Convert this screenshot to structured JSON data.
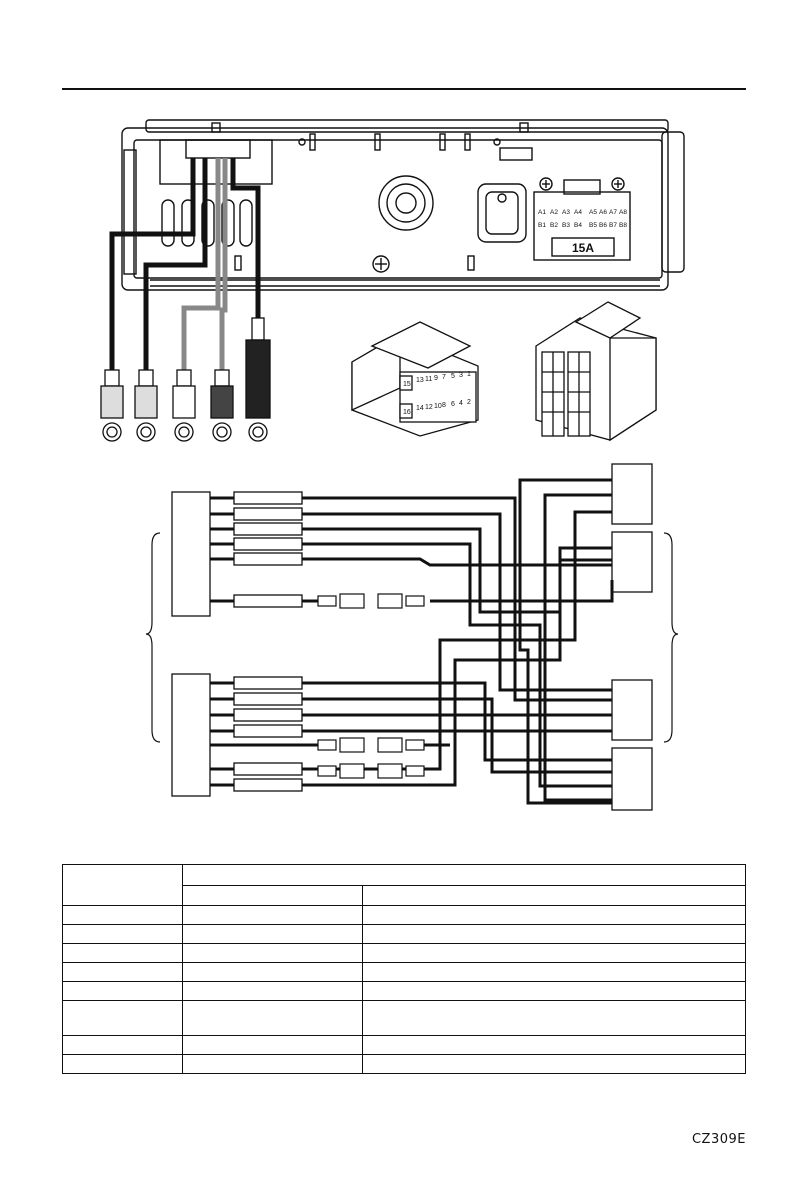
{
  "connector_labels": {
    "iso_a_pins": [
      "A1",
      "A2",
      "A3",
      "A4",
      "A5",
      "A6",
      "A7",
      "A8"
    ],
    "iso_b_pins": [
      "B1",
      "B2",
      "B3",
      "B4",
      "B5",
      "B6",
      "B7",
      "B8"
    ],
    "fuse": "15A",
    "plug_pins": [
      "15",
      "13",
      "11",
      "9",
      "7",
      "5",
      "3",
      "1",
      "16",
      "14",
      "12",
      "10",
      "8",
      "6",
      "4",
      "2"
    ]
  },
  "footer": {
    "model": "CZ309E"
  },
  "colors": {
    "line": "#111111",
    "wire_dark": "#1a1a1a",
    "wire_gray": "#888888"
  }
}
